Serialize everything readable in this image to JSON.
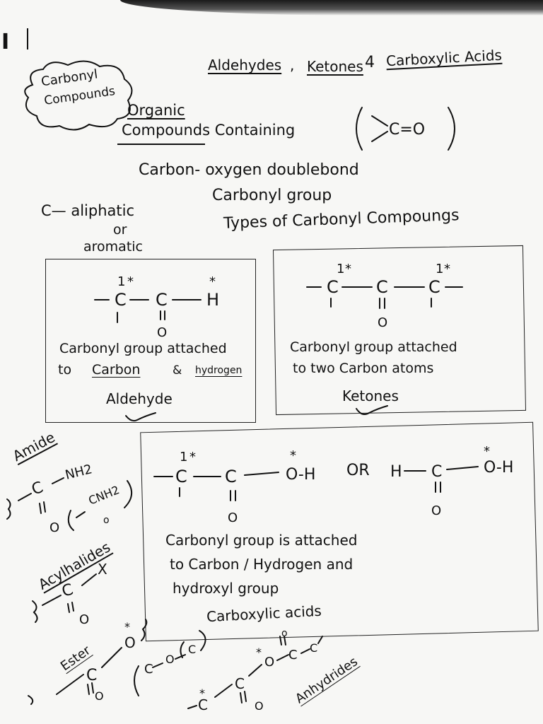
{
  "page_number": "I",
  "heading": {
    "aldehydes": "Aldehydes",
    "sep": ",",
    "ketones": "Ketones",
    "amp": "4",
    "carboxylic": "Carboxylic Acids"
  },
  "cloud_label": {
    "line1": "Carbonyl",
    "line2": "Compounds"
  },
  "definition": {
    "organic": "Organic",
    "compounds_containing": "Compounds Containing",
    "group": "C=O",
    "line3": "Carbon- oxygen doublebond",
    "line4": "Carbonyl group",
    "types": "Types of Carbonyl Compoungs"
  },
  "c_note": {
    "line1": "C— aliphatic",
    "line2": "or",
    "line3": "aromatic"
  },
  "aldehyde_box": {
    "desc_line1": "Carbonyl group attached",
    "desc_to": "to",
    "desc_carbon": "Carbon",
    "desc_amp": "&",
    "desc_hydrogen": "hydrogen",
    "title": "Aldehyde",
    "atoms": {
      "c1": "C",
      "c2": "C",
      "h": "H",
      "o": "O",
      "dash": "–",
      "star": "*",
      "one": "1"
    }
  },
  "ketone_box": {
    "desc_line1": "Carbonyl group attached",
    "desc_line2": "to two Carbon atoms",
    "title": "Ketones",
    "atoms": {
      "c": "C",
      "o": "O",
      "star": "*",
      "one": "1"
    }
  },
  "carboxylic_box": {
    "desc_line1": "Carbonyl group is attached",
    "desc_line2": "to Carbon / Hydrogen and",
    "desc_line3": "hydroxyl group",
    "title": "Carboxylic acids",
    "or": "OR",
    "atoms": {
      "c": "C",
      "o": "O",
      "oh": "O-H",
      "h": "H",
      "star": "*",
      "one": "1"
    }
  },
  "side_notes": {
    "amide": "Amide",
    "nh2": "NH2",
    "cnh2": "CNH2",
    "acyl_halides": "Acylhalides",
    "x": "X",
    "ester": "Ester",
    "anhydrides": "Anhydrides",
    "c": "C",
    "o": "O",
    "o_small": "o"
  },
  "colors": {
    "ink": "#111111",
    "paper": "#f7f7f5"
  }
}
